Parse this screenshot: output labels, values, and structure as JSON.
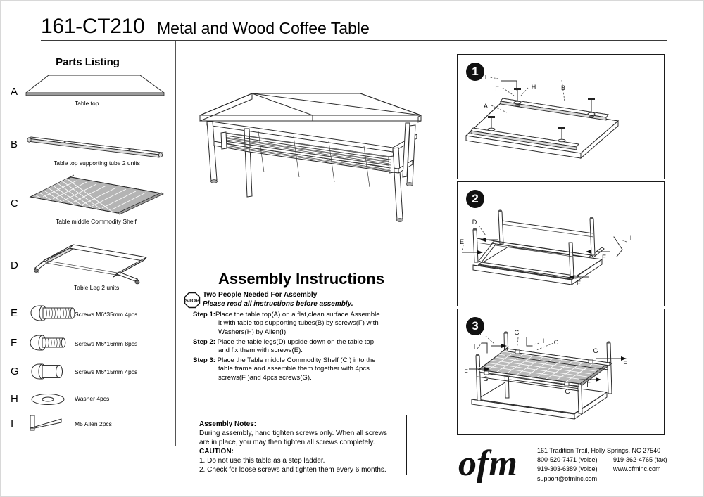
{
  "header": {
    "doc_code": "161-CT210",
    "doc_title": "Metal and Wood Coffee Table"
  },
  "parts_listing": {
    "title": "Parts Listing",
    "items": [
      {
        "letter": "A",
        "caption": "Table top",
        "icon": "table-top-panel-icon"
      },
      {
        "letter": "B",
        "caption": "Table top supporting tube 2 units",
        "icon": "support-tube-icon"
      },
      {
        "letter": "C",
        "caption": "Table middle  Commodity Shelf",
        "icon": "commodity-shelf-icon"
      },
      {
        "letter": "D",
        "caption": "Table Leg 2 units",
        "icon": "table-leg-frame-icon"
      },
      {
        "letter": "E",
        "caption": "Screws M6*35mm  4pcs",
        "icon": "long-screw-icon"
      },
      {
        "letter": "F",
        "caption": "Screws M6*16mm 8pcs",
        "icon": "short-screw-icon"
      },
      {
        "letter": "G",
        "caption": "Screws M6*15mm 4pcs",
        "icon": "barrel-nut-icon"
      },
      {
        "letter": "H",
        "caption": "Washer 4pcs",
        "icon": "washer-icon"
      },
      {
        "letter": "I",
        "caption": "M5 Allen 2pcs",
        "icon": "allen-key-icon"
      }
    ]
  },
  "assembly": {
    "heading": "Assembly Instructions",
    "stop_badge_text": "STOP",
    "warning_line_1": "Two People Needed For Assembly",
    "warning_line_2": "Please read all instructions before assembly.",
    "steps": [
      {
        "label": "Step 1:",
        "line_1": "Place the table top(A) on a flat,clean surface.Assemble",
        "line_2": "it with table top supporting tubes(B) by screws(F) with",
        "line_3": "Washers(H) by Allen(I)."
      },
      {
        "label": "Step 2:",
        "line_1": " Place the table legs(D) upside down on the table top",
        "line_2": "and fix them with screws(E).",
        "line_3": ""
      },
      {
        "label": "Step 3:",
        "line_1": " Place the  Table middle Commodity Shelf (C ) into the",
        "line_2": "table frame and assemble them together with 4pcs",
        "line_3": "screws(F )and 4pcs screws(G)."
      }
    ]
  },
  "assembly_notes": {
    "heading": "Assembly Notes:",
    "body_line_1": "During assembly, hand tighten screws only. When all screws",
    "body_line_2": "are in place, you may then tighten all screws completely.",
    "caution_heading": "CAUTION:",
    "caution_1": "1. Do not use this table as a step ladder.",
    "caution_2": "2. Check for loose screws and tighten them every 6 months."
  },
  "step_panels": [
    {
      "badge": "1",
      "callouts": [
        "I",
        "F",
        "H",
        "B",
        "A"
      ]
    },
    {
      "badge": "2",
      "callouts": [
        "D",
        "E",
        "E",
        "E",
        "I"
      ]
    },
    {
      "badge": "3",
      "callouts": [
        "F",
        "G",
        "I",
        "I",
        "C",
        "G",
        "F",
        "F",
        "G",
        "G",
        "F"
      ]
    }
  ],
  "footer": {
    "logo_text": "ofm",
    "address": "161 Tradition Trail, Holly Springs, NC 27540",
    "phone_voice_1": "800-520-7471 (voice)",
    "fax": "919-362-4765 (fax)",
    "phone_voice_2": "919-303-6389 (voice)",
    "website": "www.ofminc.com",
    "email": "support@ofminc.com"
  }
}
